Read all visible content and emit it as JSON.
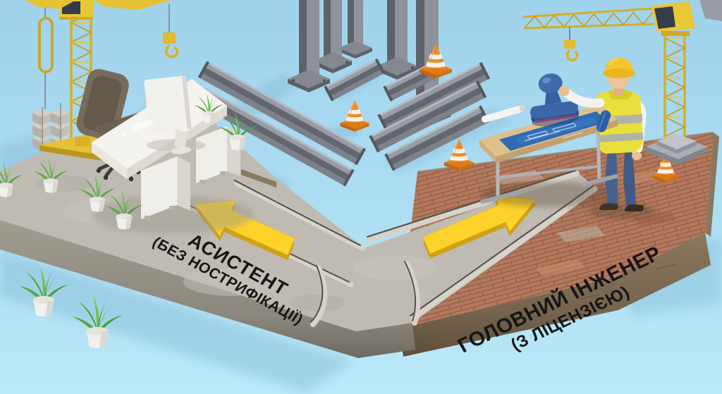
{
  "labels": {
    "left_path": {
      "title": "АСИСТЕНТ",
      "subtitle": "(БЕЗ НОСТРИФІКАЦІЇ)"
    },
    "right_path": {
      "title": "ГОЛОВНИЙ ІНЖЕНЕР",
      "subtitle": "(З ЛІЦЕНЗІЄЮ)"
    }
  },
  "scene": {
    "background_color": "#a9dcf2",
    "palette": {
      "crane_yellow": "#e5c233",
      "arrow_yellow": "#fdd22b",
      "concrete_gray": "#bfbbb2",
      "brick_red": "#b4795d",
      "steel_gray": "#83878f",
      "cone_orange": "#ee8a22",
      "vest_yellow": "#e9e03b",
      "blueprint_blue": "#2e6bb2",
      "stamp_blue": "#3e6cab",
      "plant_green": "#57a83f",
      "label_text": "#161616"
    },
    "objects": [
      "tower-crane-left",
      "tower-crane-right",
      "crane-hooks",
      "concrete-block-load",
      "steel-columns",
      "steel-i-beams",
      "traffic-cones",
      "office-desk",
      "computer-monitor",
      "office-chair",
      "keyboard",
      "potted-plants",
      "concrete-platform",
      "brick-platform",
      "walkway-curbs",
      "direction-arrow-left",
      "direction-arrow-right",
      "engineer-figure",
      "hard-hat",
      "safety-vest",
      "drafting-table",
      "blueprint",
      "approval-stamp",
      "paper-roll"
    ],
    "counts": {
      "tower_cranes": 2,
      "traffic_cones": 4,
      "potted_plants": 8,
      "steel_columns": 5,
      "arrows": 2
    }
  }
}
